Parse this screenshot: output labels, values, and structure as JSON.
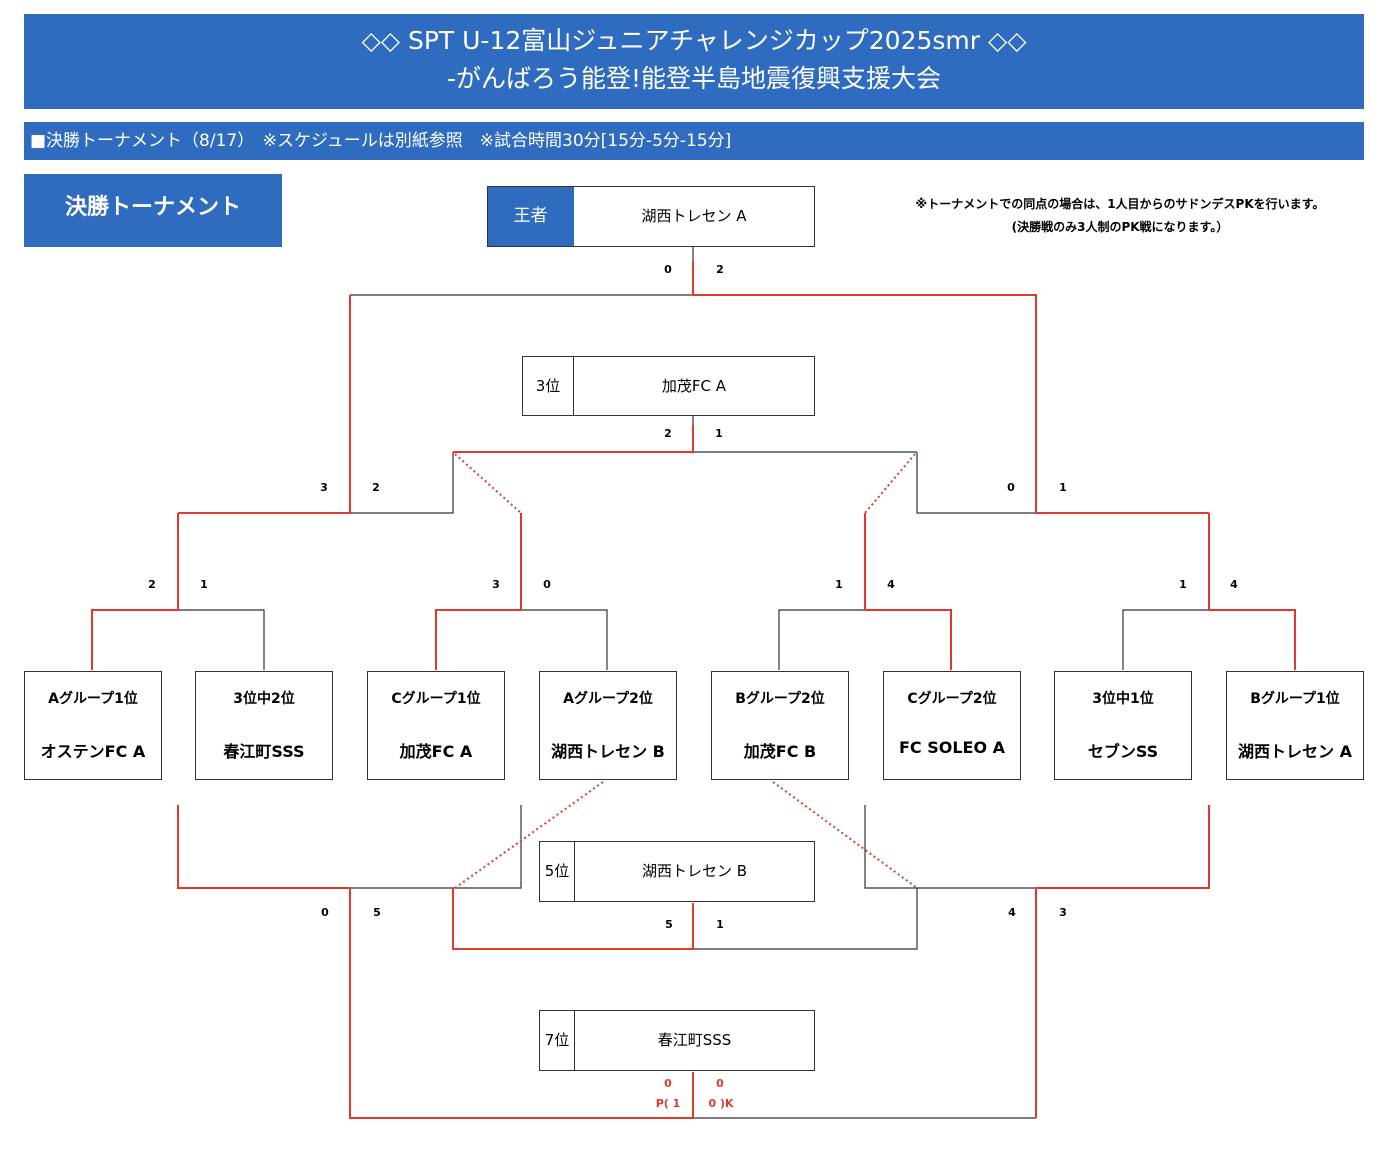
{
  "header": {
    "title_line1": "◇◇ SPT U-12富山ジュニアチャレンジカップ2025smr ◇◇",
    "title_line2": "-がんばろう能登!能登半島地震復興支援大会",
    "info": "■決勝トーナメント（8/17）　※スケジュールは別紙参照　※試合時間30分[15分-5分-15分]"
  },
  "section_label": "決勝トーナメント",
  "notes": {
    "line1": "※トーナメントでの同点の場合は、1人目からのサドンデスPKを行います。",
    "line2": "(決勝戦のみ3人制のPK戦になります。）"
  },
  "ranks": {
    "champion": {
      "label": "王者",
      "team": "湖西トレセン A"
    },
    "third": {
      "label": "3位",
      "team": "加茂FC A"
    },
    "fifth": {
      "label": "5位",
      "team": "湖西トレセン B"
    },
    "seventh": {
      "label": "7位",
      "team": "春江町SSS"
    }
  },
  "teams": [
    {
      "group": "Aグループ1位",
      "name": "オステンFC A"
    },
    {
      "group": "3位中2位",
      "name": "春江町SSS"
    },
    {
      "group": "Cグループ1位",
      "name": "加茂FC A"
    },
    {
      "group": "Aグループ2位",
      "name": "湖西トレセン B"
    },
    {
      "group": "Bグループ2位",
      "name": "加茂FC B"
    },
    {
      "group": "Cグループ2位",
      "name": "FC SOLEO A"
    },
    {
      "group": "3位中1位",
      "name": "セブンSS"
    },
    {
      "group": "Bグループ1位",
      "name": "湖西トレセン A"
    }
  ],
  "scores": {
    "r1": [
      "2",
      "1",
      "3",
      "0",
      "1",
      "4",
      "1",
      "4"
    ],
    "semi": [
      "3",
      "2",
      "0",
      "1"
    ],
    "final": [
      "0",
      "2"
    ],
    "third_place": [
      "2",
      "1"
    ],
    "consolation": [
      "0",
      "5",
      "4",
      "3"
    ],
    "fifth_place": [
      "5",
      "1"
    ],
    "seventh_place": [
      "0",
      "0"
    ],
    "seventh_pk": [
      "P( 1",
      "0 )K"
    ]
  },
  "colors": {
    "banner": "#2f6cbf",
    "winner_line": "#e03a2e",
    "line": "#333333"
  }
}
